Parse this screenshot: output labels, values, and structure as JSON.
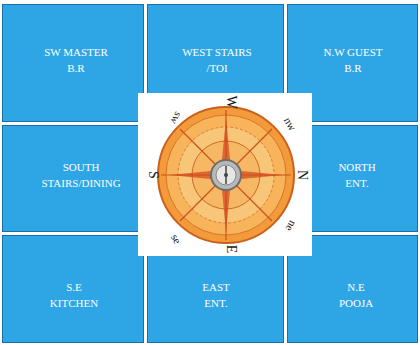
{
  "diagram": {
    "nodes": [
      {
        "text": [
          "SW MASTER B.R"
        ]
      },
      {
        "text": [
          "WEST STAIRS /TOI"
        ]
      },
      {
        "text": [
          "N.W GUEST B.R"
        ]
      },
      {
        "text": [
          "SOUTH STAIRS/DINING"
        ]
      },
      {
        "text": [
          "NORTH ENT."
        ]
      },
      {
        "text": [
          "S.E KITCHEN"
        ]
      },
      {
        "text": [
          "EAST ENT."
        ]
      },
      {
        "text": [
          "N.E POOJA"
        ]
      }
    ],
    "labels": [
      "W",
      "nw",
      "N",
      "ne",
      "E",
      "se",
      "S",
      "sw"
    ]
  }
}
